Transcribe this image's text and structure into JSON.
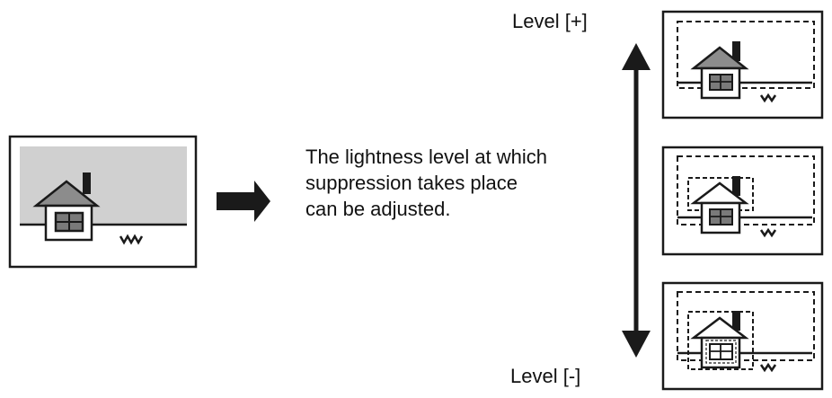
{
  "labels": {
    "level_plus": "Level [+]",
    "level_minus": "Level [-]"
  },
  "description": {
    "line1": "The lightness level at which",
    "line2": "suppression takes place",
    "line3": "can be adjusted."
  },
  "colors": {
    "frame": "#1a1a1a",
    "sky_gray": "#d0d0d0",
    "roof_gray": "#8c8c8c",
    "window_gray": "#7a7a7a",
    "background": "#ffffff"
  },
  "icons": {
    "right_arrow": "right-arrow-icon",
    "double_arrow": "vertical-double-arrow-icon",
    "grass": "grass-icon",
    "house": "house-icon"
  }
}
